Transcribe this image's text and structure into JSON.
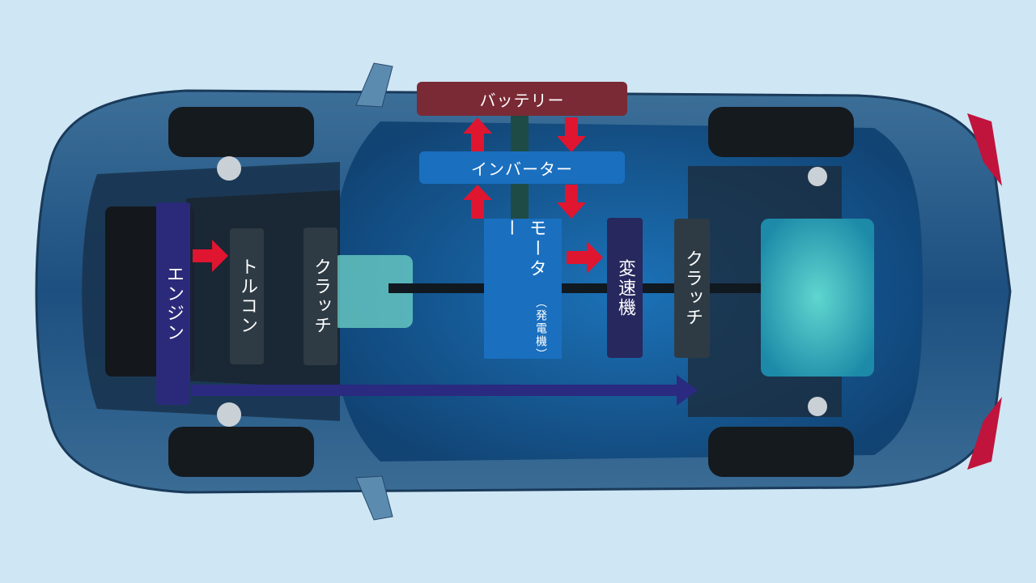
{
  "labels": {
    "battery": "バッテリー",
    "inverter": "インバーター",
    "engine": "エンジン",
    "torque_converter": "トルコン",
    "clutch_front": "クラッチ",
    "motor": "モーター",
    "motor_sub": "（発電機）",
    "transmission": "変速機",
    "clutch_rear": "クラッチ"
  },
  "colors": {
    "background": "#cfe6f4",
    "battery": "#7a2a35",
    "inverter": "#1a6fbf",
    "engine": "#2b2a7a",
    "gray_box": "#2e3b45",
    "motor": "#1a6fbf",
    "transmission": "#27285e",
    "red_arrow": "#e01530",
    "blue_arrow": "#2a2a80",
    "car_body": "#2f5f86",
    "tire": "#151a1f"
  }
}
